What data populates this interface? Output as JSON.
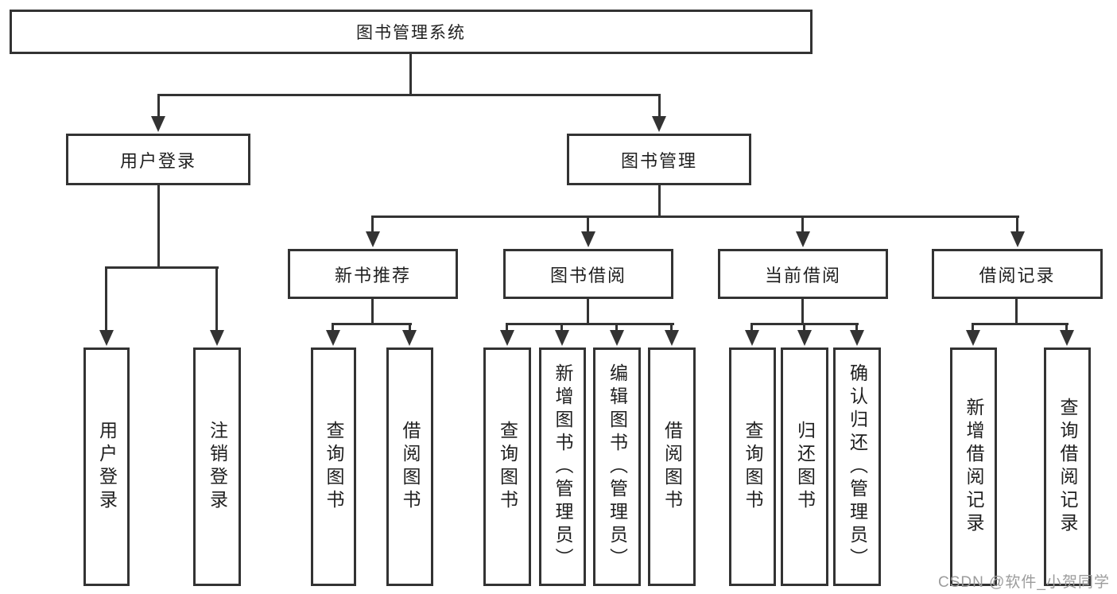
{
  "diagram_title": "图书管理系统",
  "tree": {
    "root": {
      "label": "图书管理系统"
    },
    "branches": [
      {
        "label": "用户登录",
        "children": [
          {
            "label": "用户登录"
          },
          {
            "label": "注销登录"
          }
        ]
      },
      {
        "label": "图书管理",
        "children": [
          {
            "label": "新书推荐",
            "children": [
              {
                "label": "查询图书"
              },
              {
                "label": "借阅图书"
              }
            ]
          },
          {
            "label": "图书借阅",
            "children": [
              {
                "label": "查询图书"
              },
              {
                "label": "新增图书（管理员）"
              },
              {
                "label": "编辑图书（管理员）"
              },
              {
                "label": "借阅图书"
              }
            ]
          },
          {
            "label": "当前借阅",
            "children": [
              {
                "label": "查询图书"
              },
              {
                "label": "归还图书"
              },
              {
                "label": "确认归还（管理员）"
              }
            ]
          },
          {
            "label": "借阅记录",
            "children": [
              {
                "label": "新增借阅记录"
              },
              {
                "label": "查询借阅记录"
              }
            ]
          }
        ]
      }
    ]
  },
  "watermark": "CSDN @软件_小贺同学"
}
